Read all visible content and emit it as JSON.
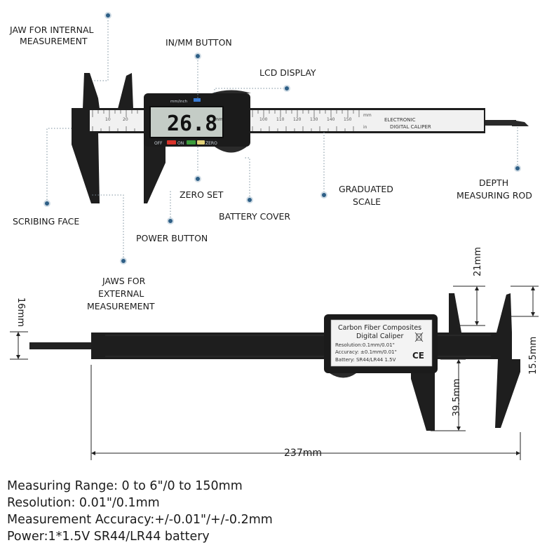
{
  "labels": {
    "jaw_internal_1": "JAW FOR INTERNAL",
    "jaw_internal_2": "MEASUREMENT",
    "inmm_button": "IN/MM BUTTON",
    "lcd_display": "LCD DISPLAY",
    "depth_rod_1": "DEPTH",
    "depth_rod_2": "MEASURING ROD",
    "graduated_scale_1": "GRADUATED",
    "graduated_scale_2": "SCALE",
    "zero_set": "ZERO SET",
    "battery_cover": "BATTERY COVER",
    "scribing_face": "SCRIBING FACE",
    "power_button": "POWER BUTTON",
    "jaws_external_1": "JAWS FOR",
    "jaws_external_2": "EXTERNAL",
    "jaws_external_3": "MEASUREMENT"
  },
  "device": {
    "lcd_value": "26.8",
    "lcd_unit": "mm",
    "unit_badge": "mm/inch",
    "btn_off": "OFF",
    "btn_on": "ON",
    "btn_zero": "ZERO",
    "scale_title_1": "ELECTRONIC",
    "scale_title_2": "DIGITAL CALIPER",
    "scale_unit_mm": "mm",
    "scale_unit_in": "in",
    "scale_left_ticks": [
      "10",
      "20"
    ],
    "scale_right_ticks": [
      "100",
      "110",
      "120",
      "130",
      "140",
      "150"
    ]
  },
  "plate": {
    "line1": "Carbon Fiber Composites",
    "line2": "Digital Caliper",
    "line3": "Resolution:0.1mm/0.01\"",
    "line4": "Accuracy: ±0.1mm/0.01\"",
    "line5": "Battery: SR44/LR44 1.5V",
    "ce_mark": "CE"
  },
  "dimensions": {
    "d16": "16mm",
    "d21": "21mm",
    "d15_5": "15.5mm",
    "d39_5": "39.5mm",
    "d237": "237mm"
  },
  "specs": {
    "range": "Measuring Range: 0 to 6\"/0 to 150mm",
    "resolution": "Resolution: 0.01\"/0.1mm",
    "accuracy": "Measurement Accuracy:+/-0.01\"/+/-0.2mm",
    "power": "Power:1*1.5V SR44/LR44 battery"
  },
  "colors": {
    "body": "#1e1e1e",
    "scale": "#f1f1f1",
    "lcd": "#c4ccc6",
    "leader": "#7a8f9c",
    "dot": "#2e5f86",
    "btn_red": "#d9342b",
    "btn_green": "#3b9b3b",
    "btn_yellow": "#e2d27a",
    "badge_blue": "#3a7bd5"
  }
}
